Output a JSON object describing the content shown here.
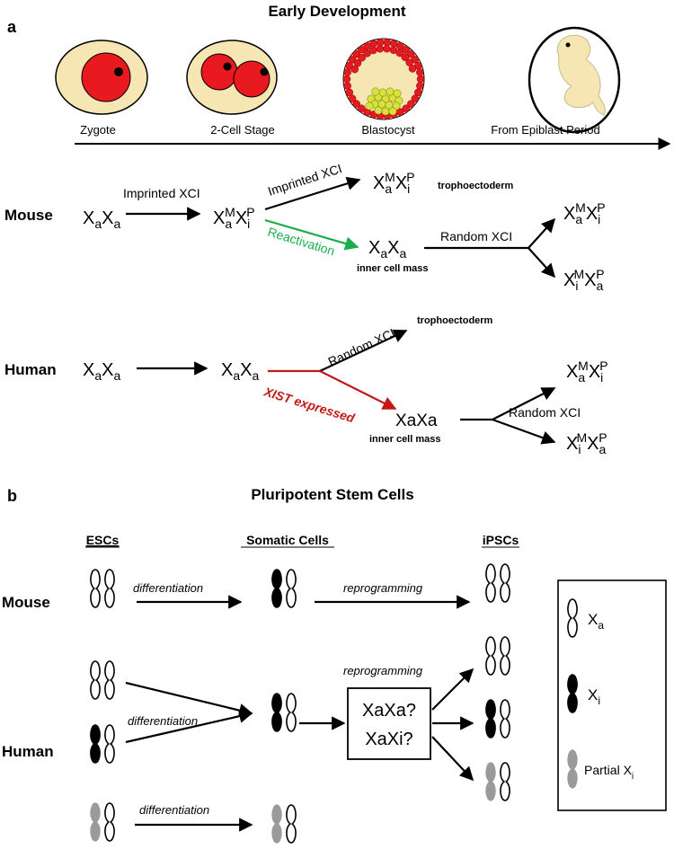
{
  "panel_a": {
    "label": "a",
    "title": "Early Development",
    "stages": [
      "Zygote",
      "2-Cell Stage",
      "Blastocyst",
      "From Epiblast Period"
    ],
    "mouse": {
      "label": "Mouse",
      "start": {
        "x": "X",
        "a1": "a",
        "x2": "X",
        "a2": "a"
      },
      "step1": "Imprinted XCI",
      "mid": {
        "x": "X",
        "a": "a",
        "m": "M",
        "x2": "X",
        "i": "i",
        "p": "P"
      },
      "upper_label": "Imprinted XCI",
      "upper_result": {
        "x": "X",
        "a": "a",
        "m": "M",
        "x2": "X",
        "i": "i",
        "p": "P"
      },
      "upper_tissue": "trophoectoderm",
      "lower_label": "Reactivation",
      "lower_result": {
        "x": "X",
        "a1": "a",
        "x2": "X",
        "a2": "a"
      },
      "lower_tissue": "inner cell mass",
      "random_label": "Random XCI",
      "out1": {
        "x": "X",
        "a": "a",
        "m": "M",
        "x2": "X",
        "i": "i",
        "p": "P"
      },
      "out2": {
        "x": "X",
        "i": "i",
        "m": "M",
        "x2": "X",
        "a": "a",
        "p": "P"
      }
    },
    "human": {
      "label": "Human",
      "start": {
        "x": "X",
        "a1": "a",
        "x2": "X",
        "a2": "a"
      },
      "mid": {
        "x": "X",
        "a1": "a",
        "x2": "X",
        "a2": "a"
      },
      "upper_label": "Random XCI",
      "upper_tissue": "trophoectoderm",
      "lower_label": "XIST expressed",
      "lower_result": "XaXa",
      "lower_tissue": "inner cell mass",
      "random_label": "Random XCI",
      "out1": {
        "x": "X",
        "a": "a",
        "m": "M",
        "x2": "X",
        "i": "i",
        "p": "P"
      },
      "out2": {
        "x": "X",
        "i": "i",
        "m": "M",
        "x2": "X",
        "a": "a",
        "p": "P"
      }
    }
  },
  "panel_b": {
    "label": "b",
    "title": "Pluripotent Stem Cells",
    "col_escs": "ESCs",
    "col_somatic": "Somatic Cells",
    "col_ipscs": "iPSCs",
    "mouse_label": "Mouse",
    "human_label": "Human",
    "differentiation": "differentiation",
    "reprogramming": "reprogramming",
    "box_line1": "XaXa?",
    "box_line2": "XaXi?",
    "legend": {
      "xa": {
        "x": "X",
        "sub": "a"
      },
      "xi": {
        "x": "X",
        "sub": "i"
      },
      "partial": {
        "text": "Partial X",
        "sub": "i"
      }
    }
  },
  "colors": {
    "red": "#e8191f",
    "cream": "#f5e6b3",
    "green": "#1aad4b",
    "dark_red": "#c11b17",
    "yellow": "#d9e23a",
    "gray": "#999999",
    "black": "#000000"
  }
}
